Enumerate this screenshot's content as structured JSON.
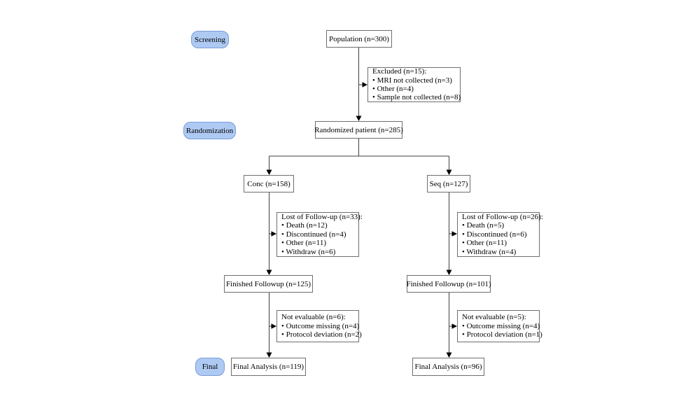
{
  "badges": {
    "screening": "Screening",
    "randomization": "Randomization",
    "final": "Final"
  },
  "boxes": {
    "population": {
      "title": "Population (n=300)"
    },
    "excluded": {
      "lines": [
        "Excluded (n=15):",
        "• MRI not collected (n=3)",
        "• Other (n=4)",
        "• Sample not collected (n=8)"
      ]
    },
    "randomized": {
      "title": "Randomized patient (n=285)"
    },
    "conc": {
      "title": "Conc (n=158)"
    },
    "seq": {
      "title": "Seq (n=127)"
    },
    "lost_conc": {
      "lines": [
        "Lost of Follow-up (n=33):",
        "• Death (n=12)",
        "• Discontinued (n=4)",
        "• Other (n=11)",
        "• Withdraw (n=6)"
      ]
    },
    "lost_seq": {
      "lines": [
        "Lost of Follow-up (n=26):",
        "• Death (n=5)",
        "• Discontinued (n=6)",
        "• Other (n=11)",
        "• Withdraw (n=4)"
      ]
    },
    "finished_conc": {
      "title": "Finished Followup (n=125)"
    },
    "finished_seq": {
      "title": "Finished Followup (n=101)"
    },
    "noteval_conc": {
      "lines": [
        "Not evaluable (n=6):",
        "• Outcome missing (n=4)",
        "• Protocol deviation (n=2)"
      ]
    },
    "noteval_seq": {
      "lines": [
        "Not evaluable (n=5):",
        "• Outcome missing (n=4)",
        "• Protocol deviation (n=1)"
      ]
    },
    "final_conc": {
      "title": "Final Analysis (n=119)"
    },
    "final_seq": {
      "title": "Final Analysis (n=96)"
    }
  },
  "colors": {
    "badge_fill": "#aecaf3",
    "badge_border": "#7b9cd9",
    "box_border": "#6e6e6e",
    "connector": "#404040",
    "arrowhead": "#000000",
    "text": "#000000",
    "background": "#ffffff"
  }
}
